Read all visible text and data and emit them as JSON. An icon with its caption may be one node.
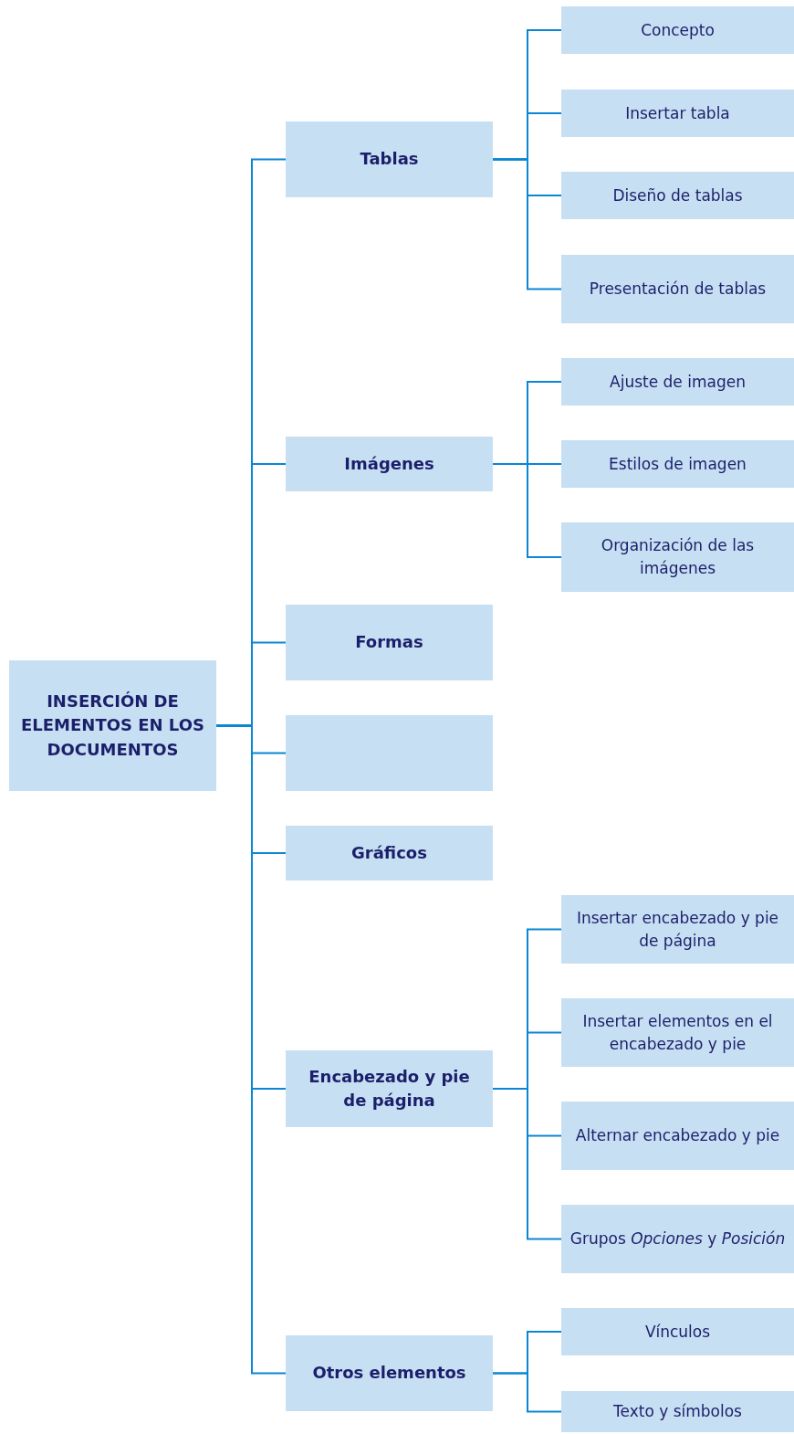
{
  "diagram": {
    "nodes": [
      {
        "text": [
          "INSERCIÓN DE ELEMENTOS EN LOS DOCUMENTOS"
        ]
      },
      {
        "text": [
          "Tablas"
        ]
      },
      {
        "text": [
          "Concepto"
        ]
      },
      {
        "text": [
          "Insertar tabla"
        ]
      },
      {
        "text": [
          "Diseño de tablas"
        ]
      },
      {
        "text": [
          "Presentación de tablas"
        ]
      },
      {
        "text": [
          "Imágenes"
        ]
      },
      {
        "text": [
          "Ajuste de imagen"
        ]
      },
      {
        "text": [
          "Estilos de imagen"
        ]
      },
      {
        "text": [
          "Organización de las imágenes"
        ]
      },
      {
        "text": [
          "Formas"
        ]
      },
      {
        "text": [],
        "shape": "box"
      },
      {
        "text": [
          "Gráficos"
        ]
      },
      {
        "text": [
          "Encabezado y pie de página"
        ]
      },
      {
        "text": [
          "Insertar encabezado y pie de página"
        ]
      },
      {
        "text": [
          "Insertar elementos en el encabezado y pie"
        ]
      },
      {
        "text": [
          "Alternar encabezado y pie"
        ]
      },
      {
        "text": [
          "Grupos *Opciones* y *Posición*"
        ]
      },
      {
        "text": [
          "Otros elementos"
        ]
      },
      {
        "text": [
          "Vínculos"
        ]
      },
      {
        "text": [
          "Texto y símbolos"
        ]
      }
    ],
    "edges": [
      {
        "from": 0,
        "to": 1,
        "arrow": "none"
      },
      {
        "from": 0,
        "to": 6,
        "arrow": "none"
      },
      {
        "from": 0,
        "to": 10,
        "arrow": "none"
      },
      {
        "from": 0,
        "to": 11,
        "arrow": "none"
      },
      {
        "from": 0,
        "to": 12,
        "arrow": "none"
      },
      {
        "from": 0,
        "to": 13,
        "arrow": "none"
      },
      {
        "from": 0,
        "to": 18,
        "arrow": "none"
      },
      {
        "from": 1,
        "to": 2,
        "arrow": "none"
      },
      {
        "from": 1,
        "to": 3,
        "arrow": "none"
      },
      {
        "from": 1,
        "to": 4,
        "arrow": "none"
      },
      {
        "from": 1,
        "to": 5,
        "arrow": "none"
      },
      {
        "from": 6,
        "to": 7,
        "arrow": "none"
      },
      {
        "from": 6,
        "to": 8,
        "arrow": "none"
      },
      {
        "from": 6,
        "to": 9,
        "arrow": "none"
      },
      {
        "from": 13,
        "to": 14,
        "arrow": "none"
      },
      {
        "from": 13,
        "to": 15,
        "arrow": "none"
      },
      {
        "from": 13,
        "to": 16,
        "arrow": "none"
      },
      {
        "from": 13,
        "to": 17,
        "arrow": "none"
      },
      {
        "from": 18,
        "to": 19,
        "arrow": "none"
      },
      {
        "from": 18,
        "to": 20,
        "arrow": "none"
      }
    ]
  }
}
